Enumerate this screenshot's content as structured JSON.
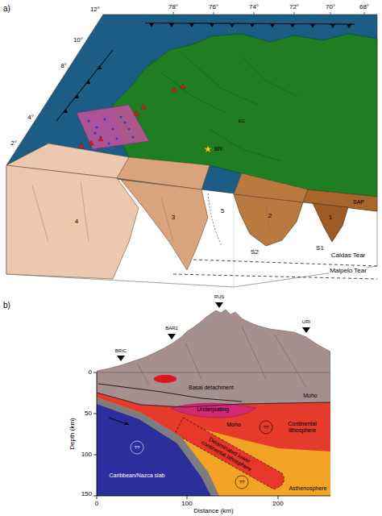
{
  "diagram": {
    "labels": [
      "a)",
      "12°",
      "10°",
      "8°",
      "4°",
      "2°",
      "78°",
      "76°",
      "74°",
      "72°",
      "70°",
      "68°",
      "EC",
      "BN",
      "SAP",
      "1",
      "2",
      "3",
      "4",
      "5",
      "S1",
      "S2",
      "Caldas Tear",
      "Malpelo Tear",
      "b)",
      "BRIC",
      "BAR2",
      "RUS",
      "URI",
      "Basal detachment",
      "Moho",
      "Underplating",
      "Moho",
      "Continental lithosphere",
      "??",
      "??",
      "??",
      "Delaminated lower continental lithosphere",
      "Asthenosphere",
      "Caribbean/Nazca slab",
      "0",
      "50",
      "100",
      "150",
      "Depth (km)",
      "0",
      "100",
      "200",
      "Distance (km)"
    ]
  }
}
